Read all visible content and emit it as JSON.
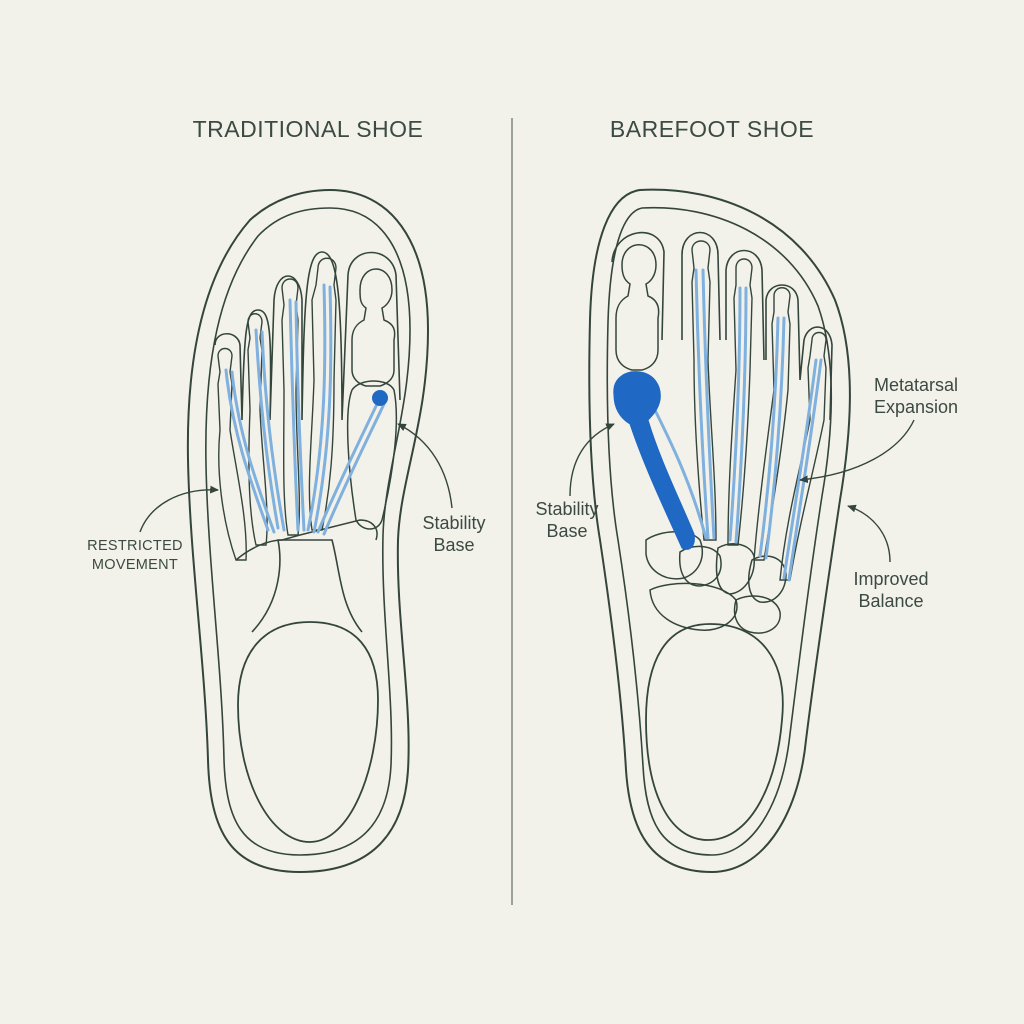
{
  "left_panel": {
    "title": "TRADITIONAL SHOE",
    "labels": {
      "restricted_line1": "RESTRICTED",
      "restricted_line2": "MOVEMENT",
      "stability_line1": "Stability",
      "stability_line2": "Base"
    }
  },
  "right_panel": {
    "title": "BAREFOOT SHOE",
    "labels": {
      "stability_line1": "Stability",
      "stability_line2": "Base",
      "metatarsal_line1": "Metatarsal",
      "metatarsal_line2": "Expansion",
      "balance_line1": "Improved",
      "balance_line2": "Balance"
    }
  },
  "colors": {
    "background": "#f3f2ea",
    "outline": "#34453c",
    "tendon_blue": "#7fb0de",
    "highlight_blue": "#1f68c4"
  }
}
